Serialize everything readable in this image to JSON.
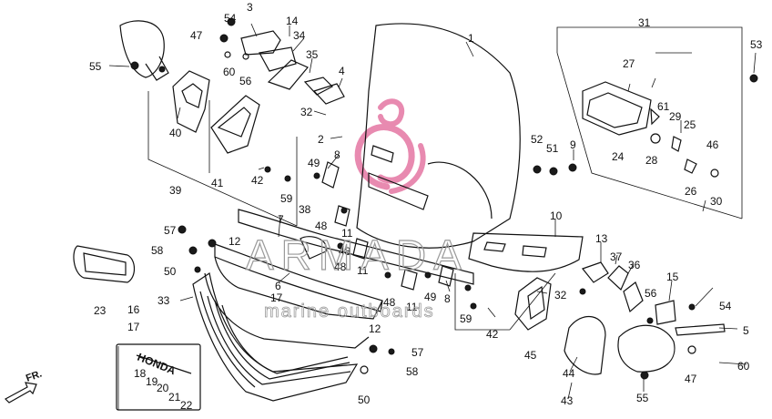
{
  "watermark": {
    "title": "ARMADA",
    "subtitle": "marine outboards",
    "logo_color": "#e88ab0"
  },
  "direction_marker": "FR.",
  "emblem_text": "HONDA",
  "callouts": [
    "1",
    "2",
    "3",
    "4",
    "5",
    "6",
    "7",
    "8",
    "8",
    "9",
    "10",
    "11",
    "11",
    "11",
    "12",
    "12",
    "13",
    "14",
    "15",
    "16",
    "17",
    "17",
    "18",
    "19",
    "20",
    "21",
    "22",
    "23",
    "24",
    "25",
    "26",
    "27",
    "28",
    "29",
    "30",
    "31",
    "32",
    "32",
    "33",
    "34",
    "35",
    "36",
    "37",
    "38",
    "39",
    "40",
    "41",
    "42",
    "42",
    "43",
    "44",
    "45",
    "46",
    "47",
    "47",
    "48",
    "48",
    "48",
    "48",
    "49",
    "49",
    "50",
    "50",
    "51",
    "52",
    "53",
    "54",
    "54",
    "55",
    "55",
    "56",
    "56",
    "57",
    "57",
    "58",
    "58",
    "59",
    "59",
    "60",
    "60",
    "61"
  ]
}
